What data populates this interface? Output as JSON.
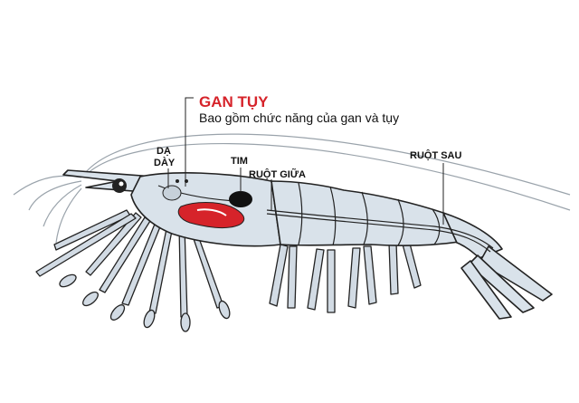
{
  "title_label": "GAN TỤY",
  "description": "Bao gồm chức năng của gan và tụy",
  "labels": {
    "stomach_line1": "DẠ",
    "stomach_line2": "DÀY",
    "heart": "TIM",
    "midgut": "RUỘT GIỮA",
    "hindgut": "RUỘT SAU"
  },
  "colors": {
    "highlight": "#d6232a",
    "body": "#d9e2ea",
    "outline": "#222222"
  }
}
